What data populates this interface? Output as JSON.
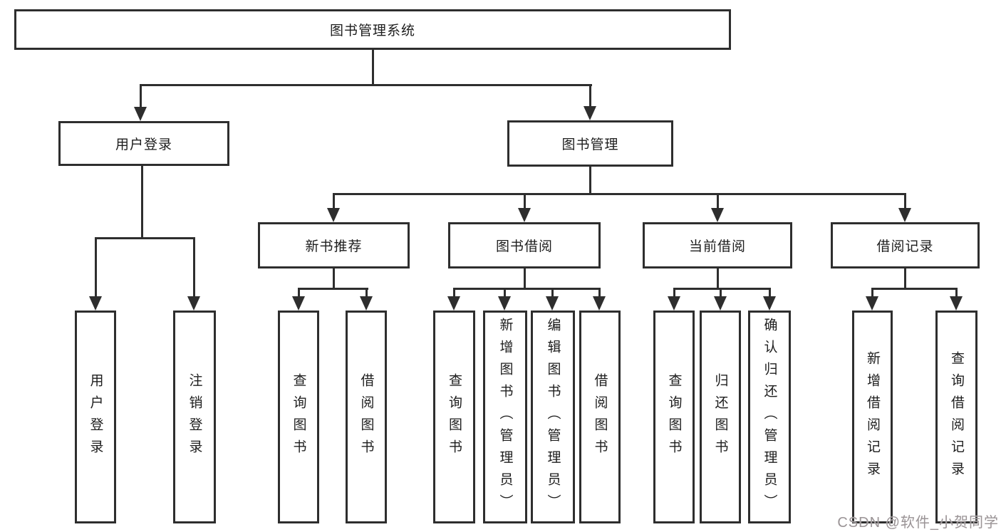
{
  "tree": {
    "label": "图书管理系统",
    "children": [
      {
        "label": "用户登录",
        "children": [
          {
            "label": "用户登录"
          },
          {
            "label": "注销登录"
          }
        ]
      },
      {
        "label": "图书管理",
        "children": [
          {
            "label": "新书推荐",
            "children": [
              {
                "label": "查询图书"
              },
              {
                "label": "借阅图书"
              }
            ]
          },
          {
            "label": "图书借阅",
            "children": [
              {
                "label": "查询图书"
              },
              {
                "label": "新增图书（管理员）"
              },
              {
                "label": "编辑图书（管理员）"
              },
              {
                "label": "借阅图书"
              }
            ]
          },
          {
            "label": "当前借阅",
            "children": [
              {
                "label": "查询图书"
              },
              {
                "label": "归还图书"
              },
              {
                "label": "确认归还（管理员）"
              }
            ]
          },
          {
            "label": "借阅记录",
            "children": [
              {
                "label": "新增借阅记录"
              },
              {
                "label": "查询借阅记录"
              }
            ]
          }
        ]
      }
    ]
  },
  "watermark": {
    "text": "CSDN @软件_小贺同学"
  },
  "colors": {
    "line": "#2e2e2e",
    "text": "#1d1d1d",
    "background": "#ffffff",
    "watermark": "#9b9597"
  }
}
